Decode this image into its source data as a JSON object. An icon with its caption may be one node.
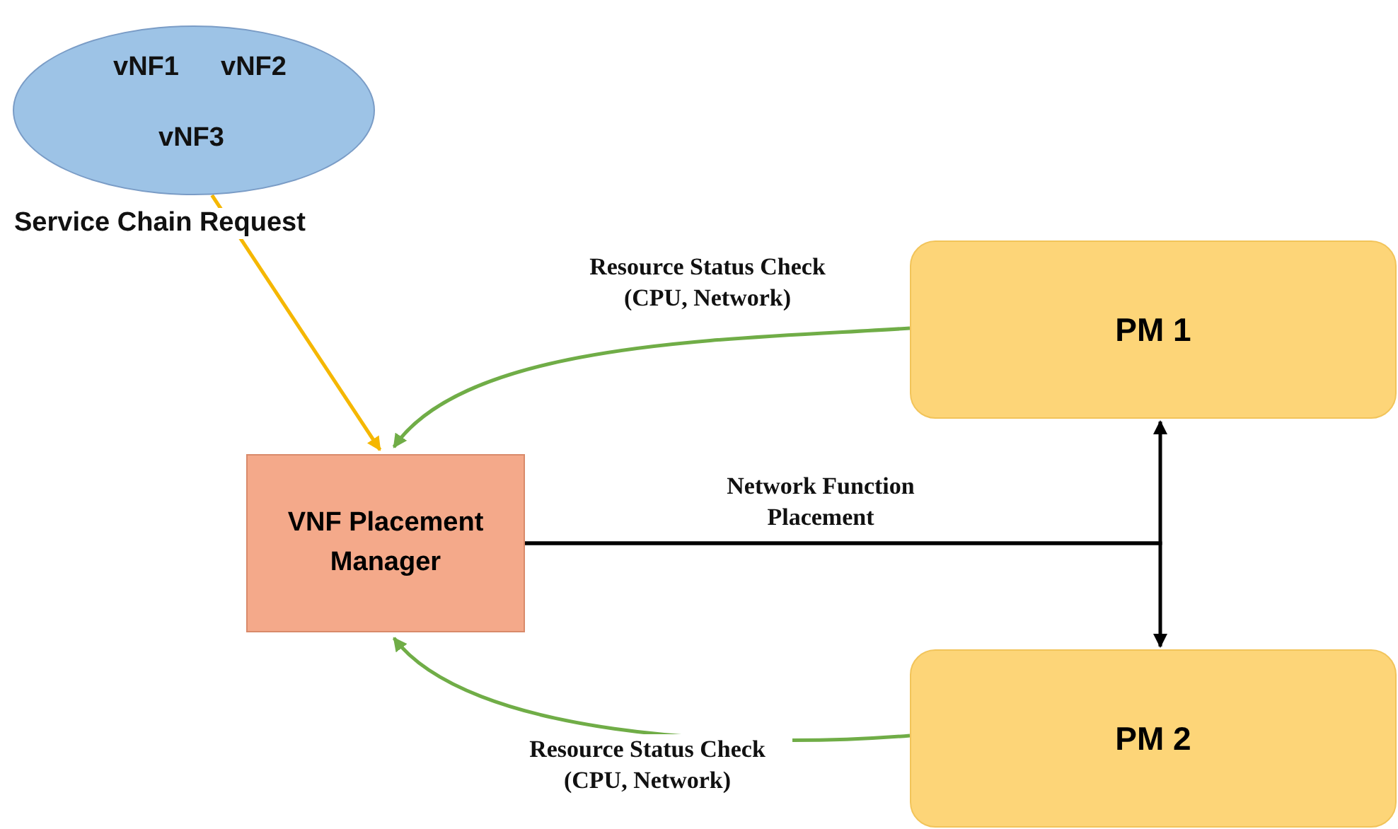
{
  "diagram": {
    "nodes": [
      {
        "text": [
          "vNF1",
          "vNF2",
          "vNF3"
        ],
        "beside": [
          "Service Chain Request"
        ]
      },
      {
        "text": [
          "VNF Placement Manager"
        ]
      },
      {
        "text": [
          "PM 1"
        ]
      },
      {
        "text": [
          "PM 2"
        ]
      }
    ],
    "edges": [
      {
        "from": 0,
        "to": 1,
        "arrow": "to",
        "color": "#f5b700"
      },
      {
        "from": 2,
        "to": 1,
        "arrow": "to",
        "color": "#70ad47",
        "label": "Resource Status Check (CPU, Network)"
      },
      {
        "from": 1,
        "to": 2,
        "arrow": "to",
        "color": "#000000",
        "label": "Network Function Placement"
      },
      {
        "from": 1,
        "to": 3,
        "arrow": "to",
        "color": "#000000"
      },
      {
        "from": 3,
        "to": 1,
        "arrow": "to",
        "color": "#70ad47",
        "label": "Resource Status Check (CPU, Network)"
      }
    ]
  }
}
